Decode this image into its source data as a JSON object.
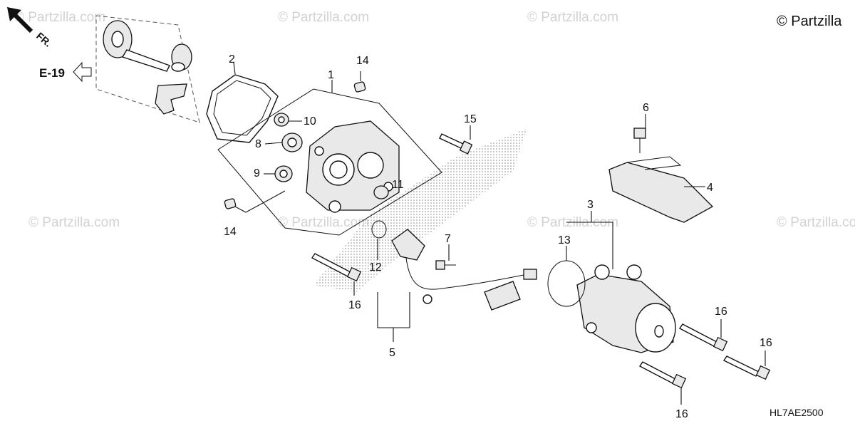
{
  "watermark": "© Partzilla.com",
  "corner_mark": "© Partzilla",
  "diagram_code": "HL7AE2500",
  "direction_label": "FR.",
  "section_ref": "E-19",
  "callouts": {
    "c1": "1",
    "c2": "2",
    "c3": "3",
    "c4": "4",
    "c5": "5",
    "c6": "6",
    "c7": "7",
    "c8": "8",
    "c9": "9",
    "c10": "10",
    "c11": "11",
    "c12": "12",
    "c13": "13",
    "c14a": "14",
    "c14b": "14",
    "c15": "15",
    "c16a": "16",
    "c16b": "16",
    "c16c": "16",
    "c16d": "16"
  },
  "icons": [
    "arrow-fr-icon",
    "arrow-ref-icon"
  ]
}
